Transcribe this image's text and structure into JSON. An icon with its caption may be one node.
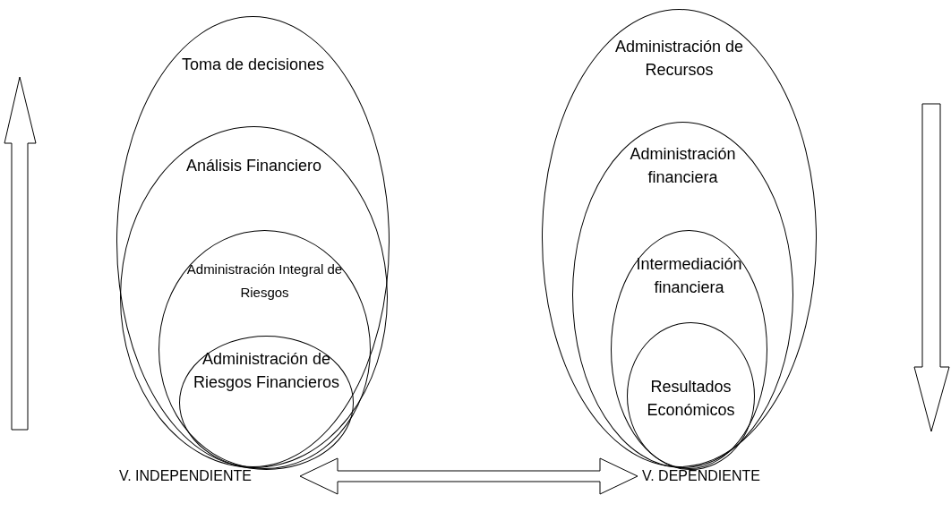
{
  "diagram": {
    "nodes": [
      {
        "text": [
          "Toma de decisiones"
        ]
      },
      {
        "text": [
          "Análisis Financiero"
        ],
        "in": 0
      },
      {
        "text": [
          "Administración Integral de Riesgos"
        ],
        "in": 1
      },
      {
        "text": [
          "Administración de Riesgos Financieros"
        ],
        "in": 2
      },
      {
        "text": [
          "Administración de Recursos"
        ]
      },
      {
        "text": [
          "Administración financiera"
        ],
        "in": 4
      },
      {
        "text": [
          "Intermediación financiera"
        ],
        "in": 5
      },
      {
        "text": [
          "Resultados Económicos"
        ],
        "in": 6
      },
      {
        "text": [
          "V. INDEPENDIENTE"
        ]
      },
      {
        "text": [
          "V. DEPENDIENTE"
        ]
      }
    ],
    "edges": [
      {
        "from": 8,
        "to": 9,
        "arrow": "both"
      }
    ]
  }
}
